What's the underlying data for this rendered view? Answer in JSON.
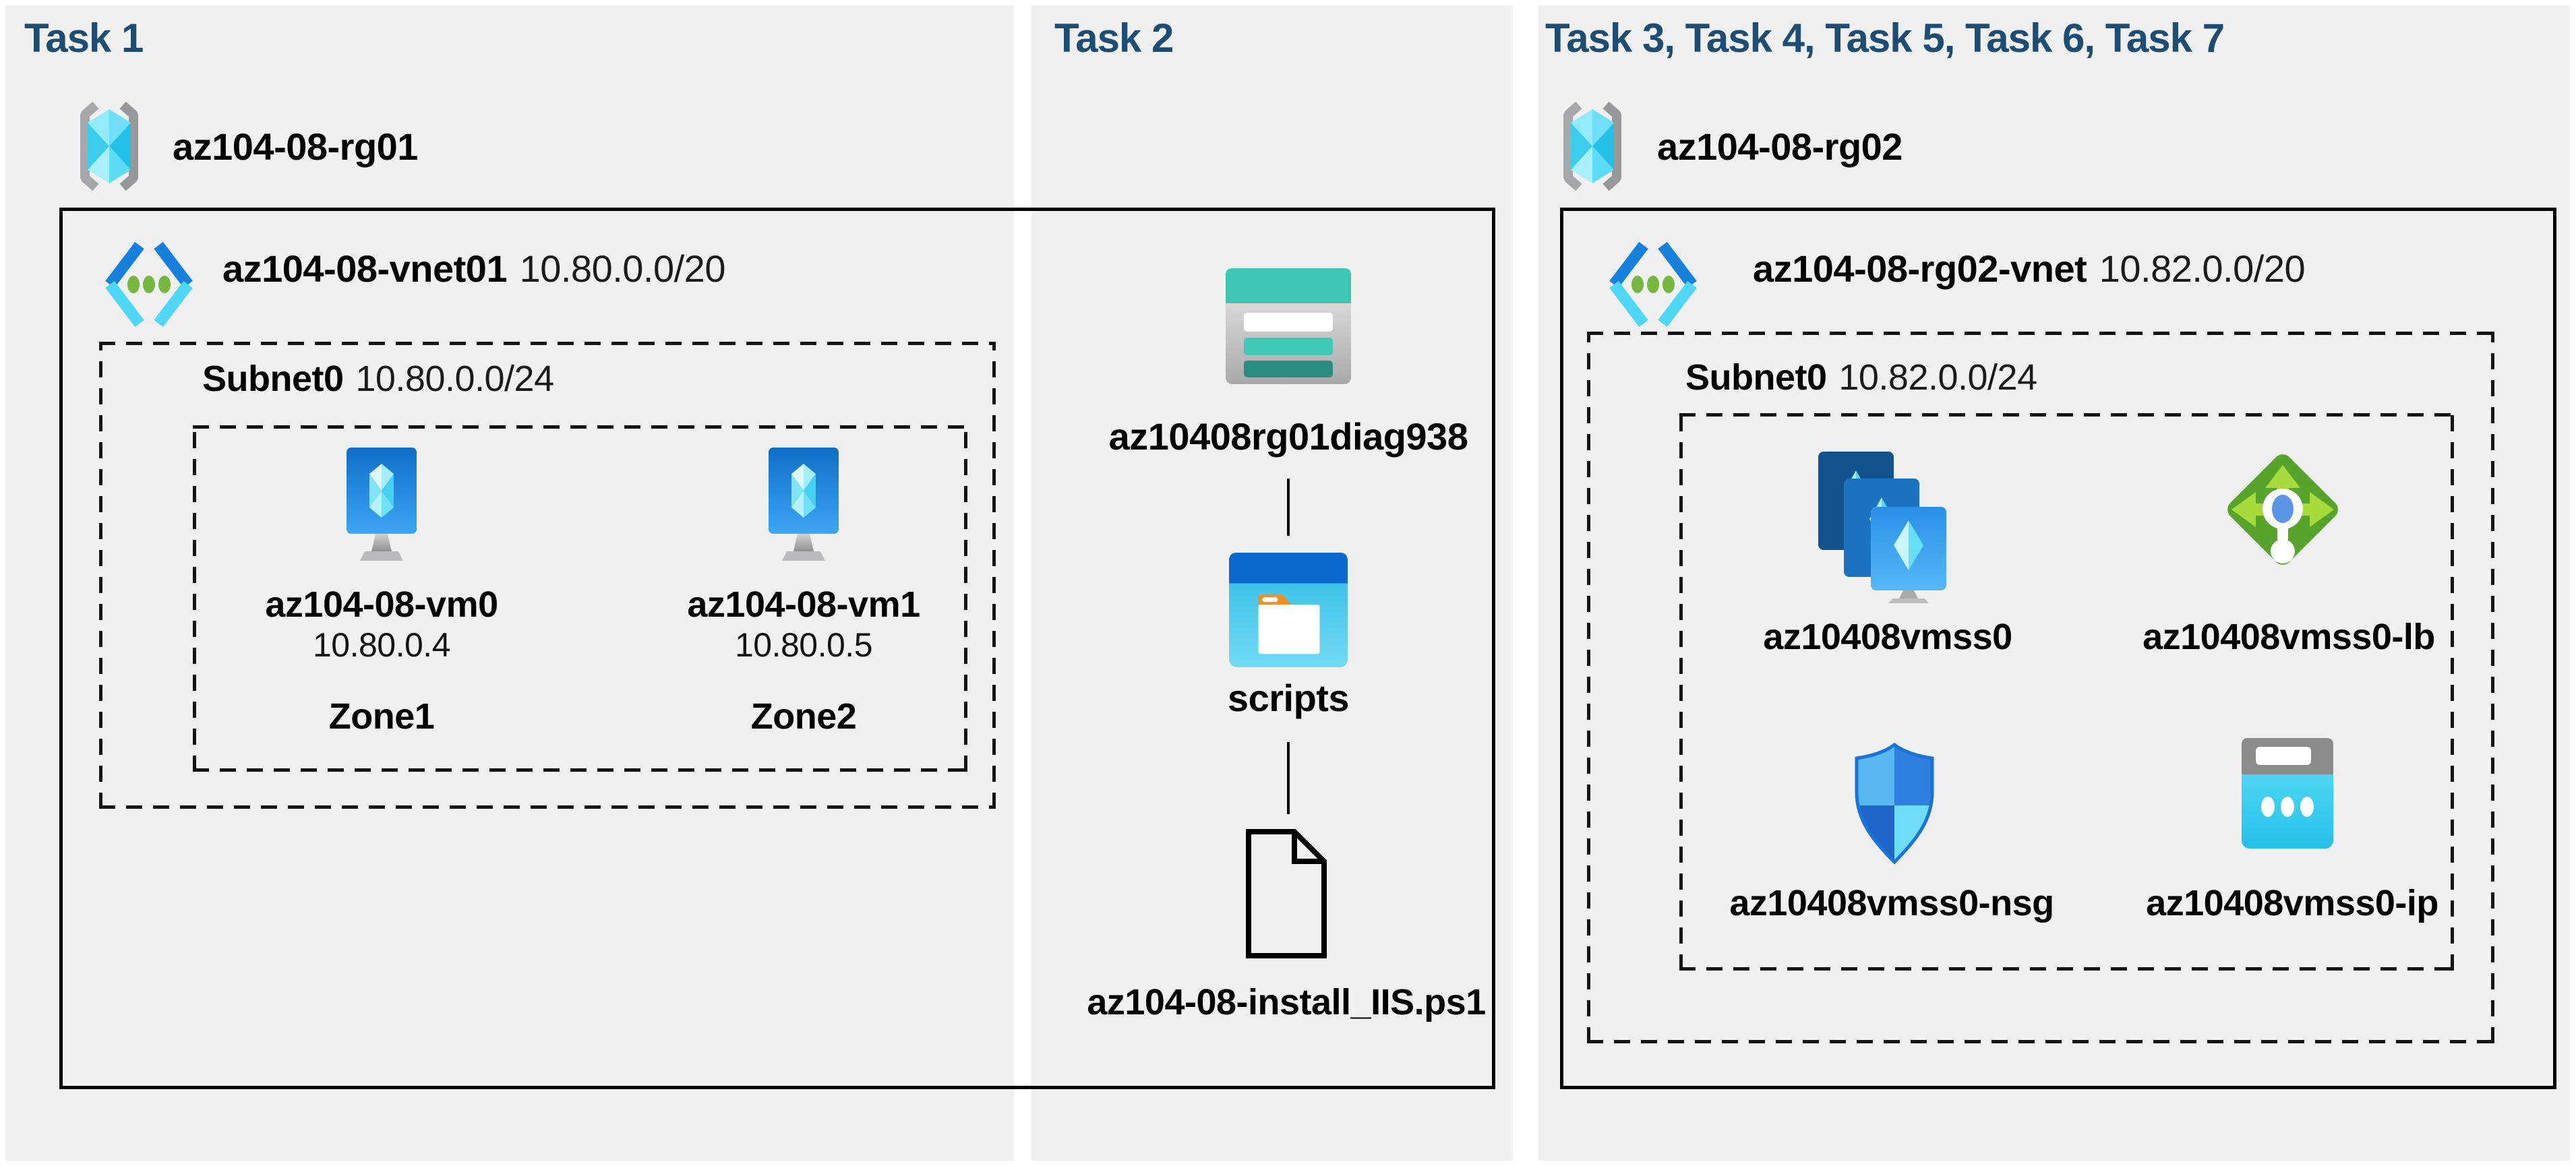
{
  "colors": {
    "task_header": "#1e4d74",
    "panel_bg": "#f0f0f1",
    "border_black": "#000000",
    "cube_cyan": "#50e6ff",
    "vm_blue": "#2a91e8",
    "lb_green": "#57a42c",
    "nsg_blue": "#2e7fe0",
    "storage_teal": "#3fc6b2",
    "folder_orange": "#f09022"
  },
  "panels": {
    "task1": {
      "header": "Task 1",
      "resource_group": "az104-08-rg01",
      "vnet": {
        "name": "az104-08-vnet01",
        "cidr": "10.80.0.0/20"
      },
      "subnet": {
        "name": "Subnet0",
        "cidr": "10.80.0.0/24"
      },
      "vms": [
        {
          "name": "az104-08-vm0",
          "ip": "10.80.0.4",
          "zone": "Zone1"
        },
        {
          "name": "az104-08-vm1",
          "ip": "10.80.0.5",
          "zone": "Zone2"
        }
      ]
    },
    "task2": {
      "header": "Task 2",
      "storage_account": "az10408rg01diag938",
      "container": "scripts",
      "script_file": "az104-08-install_IIS.ps1"
    },
    "task3": {
      "header": "Task 3, Task 4, Task 5, Task 6, Task 7",
      "resource_group": "az104-08-rg02",
      "vnet": {
        "name": "az104-08-rg02-vnet",
        "cidr": "10.82.0.0/20"
      },
      "subnet": {
        "name": "Subnet0",
        "cidr": "10.82.0.0/24"
      },
      "resources": [
        {
          "name": "az10408vmss0",
          "type": "vm-scale-set"
        },
        {
          "name": "az10408vmss0-lb",
          "type": "load-balancer"
        },
        {
          "name": "az10408vmss0-nsg",
          "type": "network-security-group"
        },
        {
          "name": "az10408vmss0-ip",
          "type": "public-ip"
        }
      ]
    }
  }
}
